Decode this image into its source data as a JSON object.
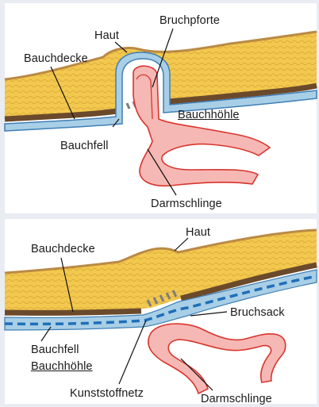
{
  "panel_top": {
    "labels": {
      "haut": "Haut",
      "bruchpforte": "Bruchpforte",
      "bauchdecke": "Bauchdecke",
      "bauchhoehle": "Bauchhöhle",
      "bauchfell": "Bauchfell",
      "darmschlinge": "Darmschlinge"
    }
  },
  "panel_bottom": {
    "labels": {
      "haut": "Haut",
      "bauchdecke": "Bauchdecke",
      "bruchsack": "Bruchsack",
      "bauchfell": "Bauchfell",
      "bauchhoehle": "Bauchhöhle",
      "kunststoffnetz": "Kunststoffnetz",
      "darmschlinge": "Darmschlinge"
    }
  },
  "colors": {
    "background": "#e9ecf3",
    "panel": "#ffffff",
    "fat": "#f2c84e",
    "skin": "#ba8a45",
    "muscle": "#6b4a2c",
    "peritoneum": "#a9cfe6",
    "peritoneum_line": "#3f7fb6",
    "bowel": "#f6b8b4",
    "bowel_line": "#d8352e",
    "mesh": "#1f6fb9"
  }
}
